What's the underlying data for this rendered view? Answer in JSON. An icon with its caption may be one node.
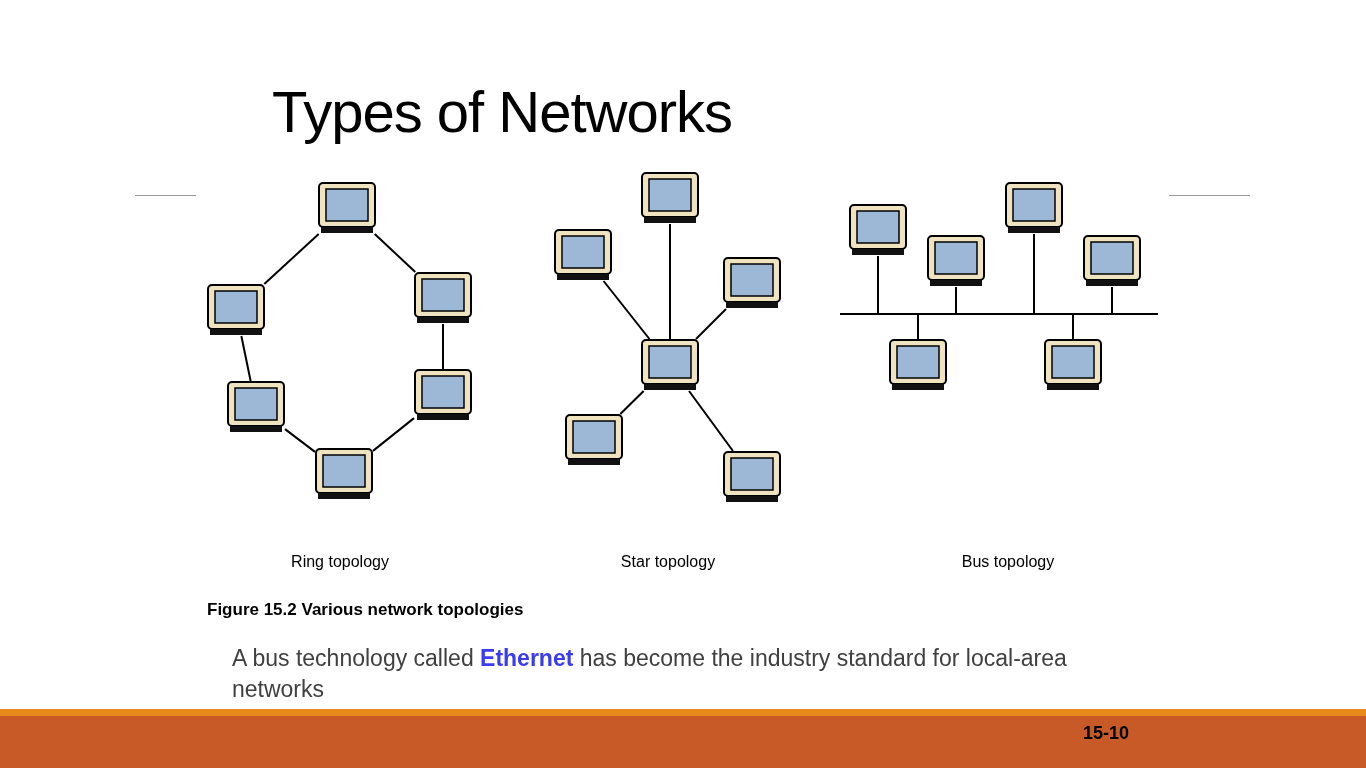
{
  "diagram": {
    "title": "Types of Networks",
    "caption": "Figure 15.2 Various network topologies",
    "nodes": [
      {
        "text": [],
        "shape": "computer"
      },
      {
        "text": [],
        "shape": "computer"
      },
      {
        "text": [],
        "shape": "computer"
      },
      {
        "text": [],
        "shape": "computer"
      },
      {
        "text": [],
        "shape": "computer"
      },
      {
        "text": [],
        "shape": "computer"
      },
      {
        "text": [],
        "shape": "computer"
      },
      {
        "text": [],
        "shape": "computer"
      },
      {
        "text": [],
        "shape": "computer"
      },
      {
        "text": [],
        "shape": "computer"
      },
      {
        "text": [],
        "shape": "computer"
      },
      {
        "text": [],
        "shape": "computer"
      },
      {
        "text": [],
        "shape": "computer"
      },
      {
        "text": [],
        "shape": "computer"
      },
      {
        "text": [],
        "shape": "computer"
      },
      {
        "text": [],
        "shape": "computer"
      },
      {
        "text": [],
        "shape": "bar"
      },
      {
        "text": [],
        "shape": "computer"
      },
      {
        "text": [],
        "shape": "computer"
      }
    ],
    "edges": [
      {
        "from": 0,
        "to": 1,
        "arrow": "none"
      },
      {
        "from": 1,
        "to": 3,
        "arrow": "none"
      },
      {
        "from": 3,
        "to": 5,
        "arrow": "none"
      },
      {
        "from": 5,
        "to": 4,
        "arrow": "none"
      },
      {
        "from": 4,
        "to": 2,
        "arrow": "none"
      },
      {
        "from": 2,
        "to": 0,
        "arrow": "none"
      },
      {
        "from": 9,
        "to": 6,
        "arrow": "none"
      },
      {
        "from": 9,
        "to": 7,
        "arrow": "none"
      },
      {
        "from": 9,
        "to": 8,
        "arrow": "none"
      },
      {
        "from": 9,
        "to": 10,
        "arrow": "none"
      },
      {
        "from": 9,
        "to": 11,
        "arrow": "none"
      },
      {
        "from": 12,
        "to": 16,
        "arrow": "none"
      },
      {
        "from": 13,
        "to": 16,
        "arrow": "none"
      },
      {
        "from": 14,
        "to": 16,
        "arrow": "none"
      },
      {
        "from": 15,
        "to": 16,
        "arrow": "none"
      },
      {
        "from": 17,
        "to": 16,
        "arrow": "none"
      },
      {
        "from": 18,
        "to": 16,
        "arrow": "none"
      }
    ],
    "labels": [
      "Ring topology",
      "Star topology",
      "Bus topology",
      "A bus technology called **Ethernet** has become the industry standard for local-area networks",
      "15-10"
    ]
  }
}
